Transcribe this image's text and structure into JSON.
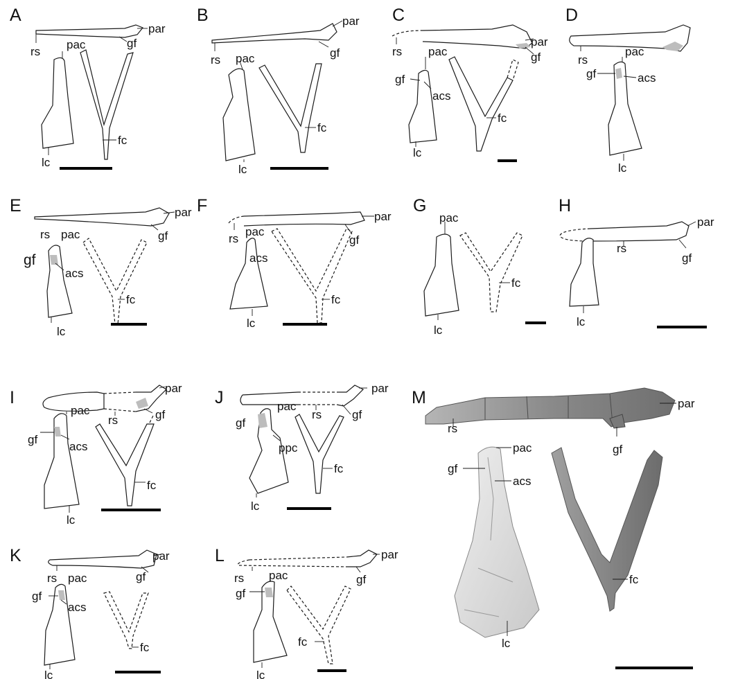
{
  "figure": {
    "panels": [
      "A",
      "B",
      "C",
      "D",
      "E",
      "F",
      "G",
      "H",
      "I",
      "J",
      "K",
      "L",
      "M"
    ],
    "labels": {
      "rs": "rs",
      "par": "par",
      "pac": "pac",
      "gf": "gf",
      "acs": "acs",
      "fc": "fc",
      "lc": "lc",
      "ppc": "ppc"
    },
    "colors": {
      "line": "#1a1a1a",
      "glenoid_fossa_shade": "#bdbdbd",
      "specimen_render": "#8e8e8e",
      "coracoid_render": "#dcdcdc"
    }
  }
}
